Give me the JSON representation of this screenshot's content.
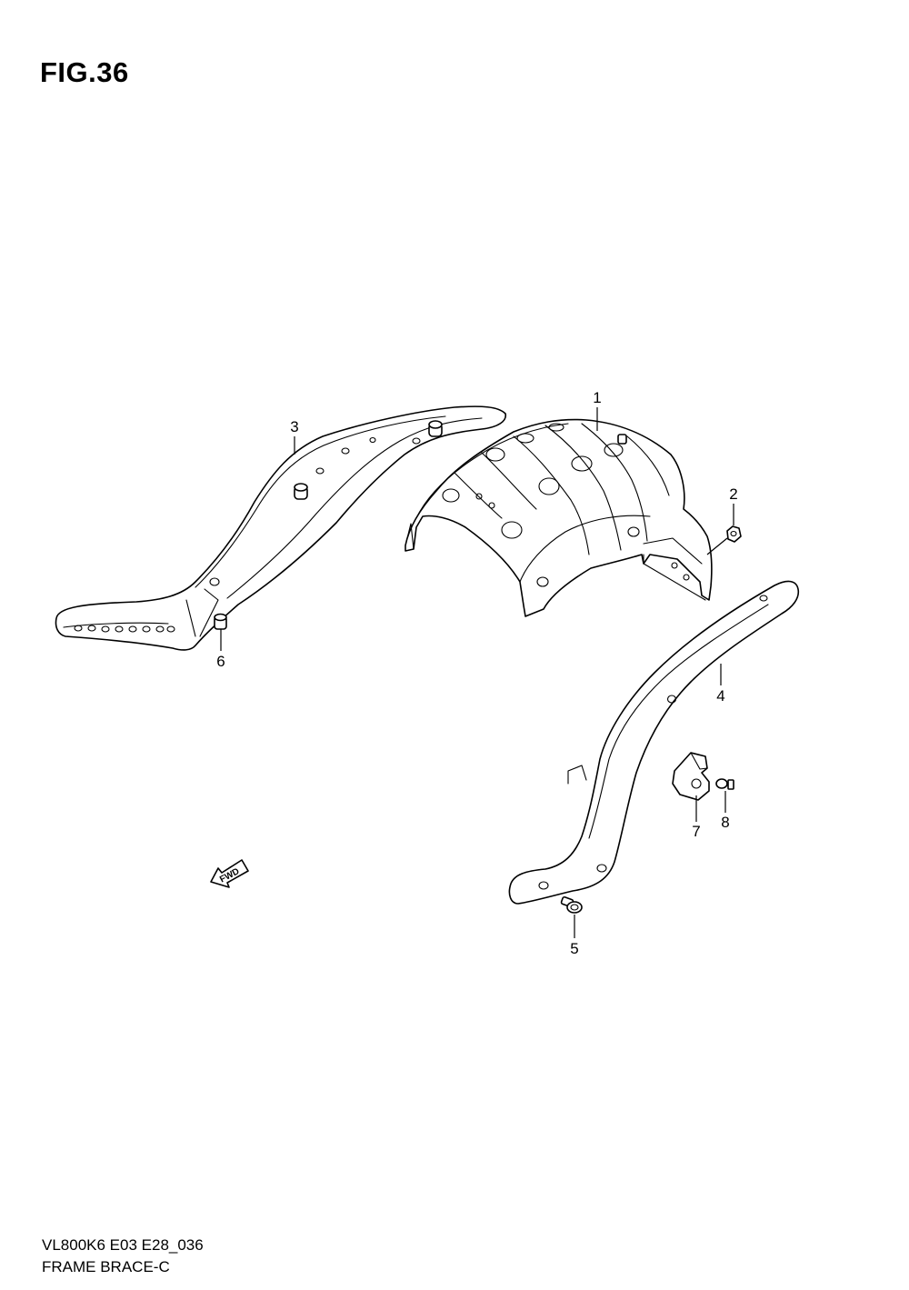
{
  "figure": {
    "title": "FIG.36",
    "code": "VL800K6 E03 E28_036",
    "name": "FRAME BRACE-C"
  },
  "direction_badge": "FWD",
  "callouts": [
    {
      "id": "1",
      "label": "1"
    },
    {
      "id": "2",
      "label": "2"
    },
    {
      "id": "3",
      "label": "3"
    },
    {
      "id": "4",
      "label": "4"
    },
    {
      "id": "5",
      "label": "5"
    },
    {
      "id": "6",
      "label": "6"
    },
    {
      "id": "7",
      "label": "7"
    },
    {
      "id": "8",
      "label": "8"
    }
  ]
}
